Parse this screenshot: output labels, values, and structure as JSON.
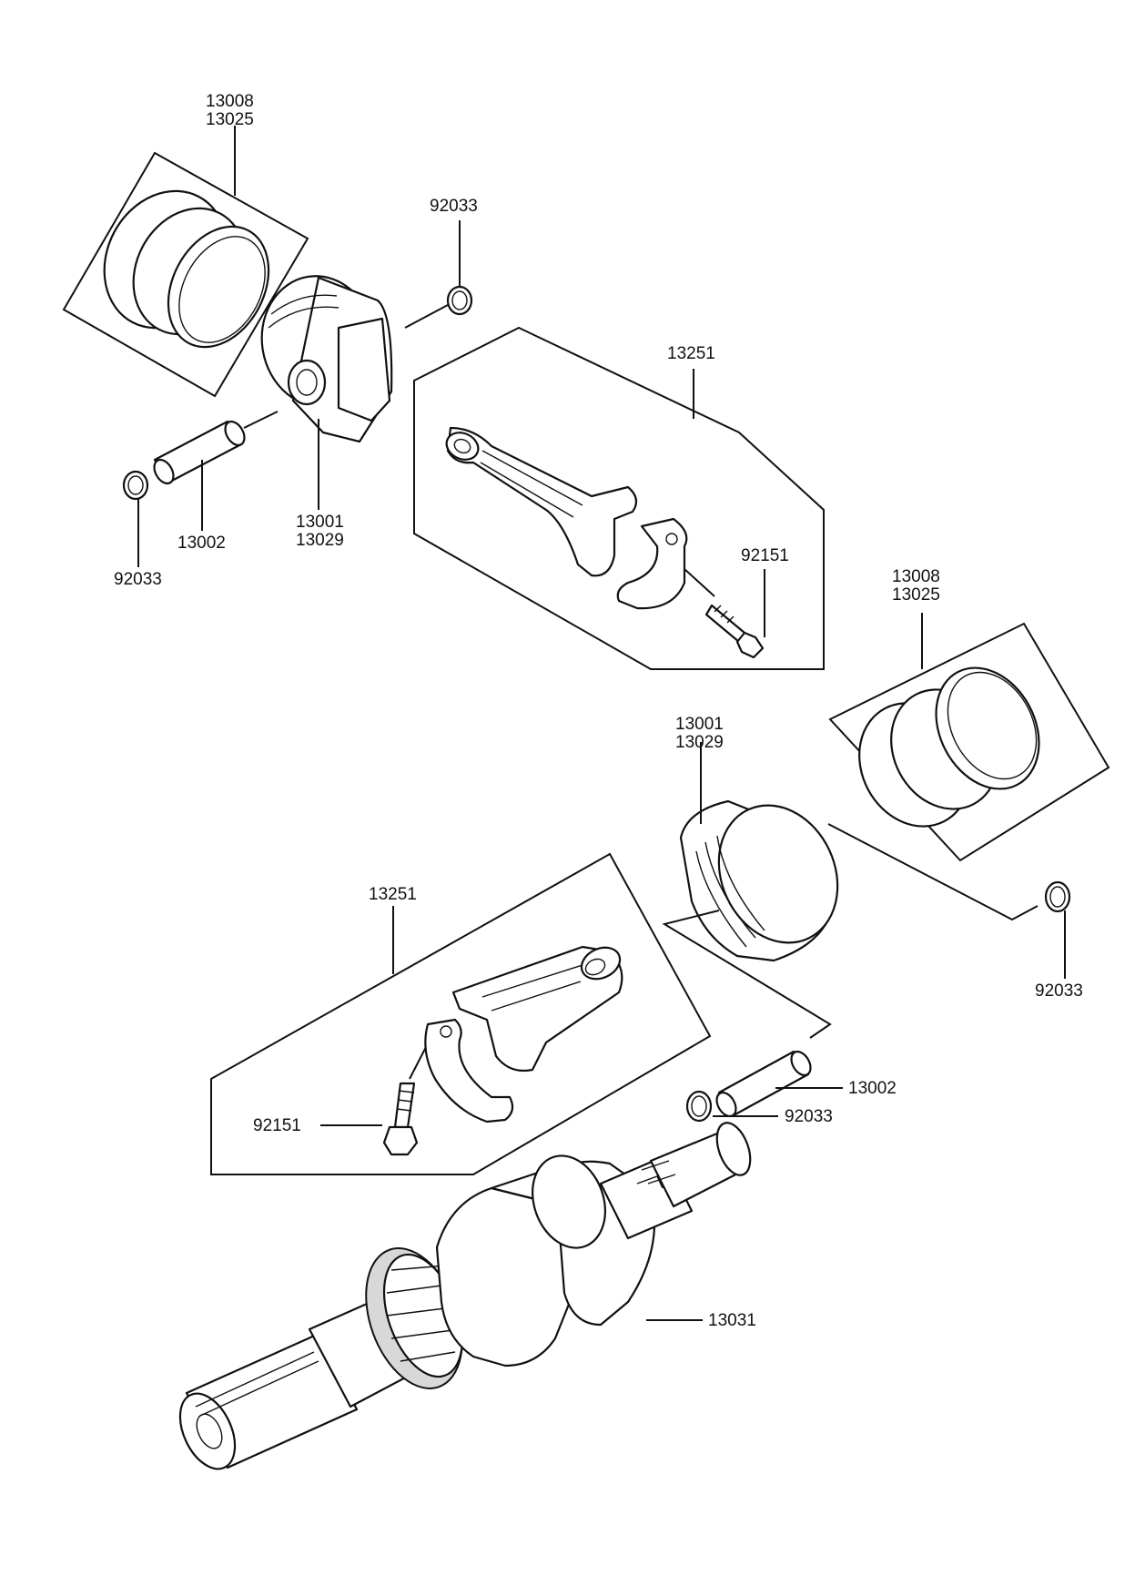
{
  "labels": {
    "rings_top_a": "13008",
    "rings_top_b": "13025",
    "clip_top": "92033",
    "rod_top": "13251",
    "piston_top_a": "13001",
    "piston_top_b": "13029",
    "pin_top": "13002",
    "clip_left": "92033",
    "bolt_top": "92151",
    "rings_right_a": "13008",
    "rings_right_b": "13025",
    "piston_right_a": "13001",
    "piston_right_b": "13029",
    "rod_bottom": "13251",
    "clip_right": "92033",
    "pin_bottom": "13002",
    "clip_bottom": "92033",
    "bolt_bottom": "92151",
    "crankshaft": "13031"
  }
}
